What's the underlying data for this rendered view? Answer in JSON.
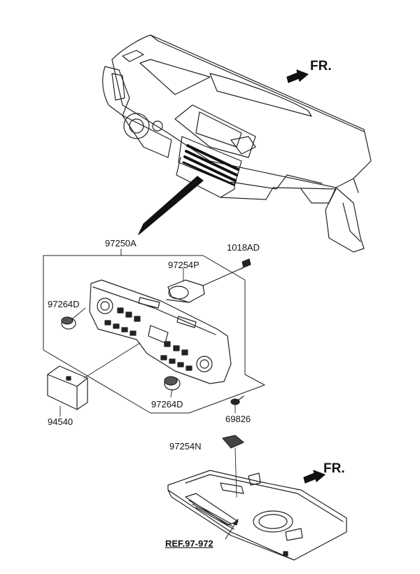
{
  "front_markers": [
    "FR.",
    "FR."
  ],
  "parts": {
    "assembly": "97250A",
    "bolt_top": "1018AD",
    "sensor": "97254P",
    "knob_left": "97264D",
    "knob_bottom": "97264D",
    "switch": "94540",
    "screw": "69826",
    "sensor_lower": "97254N"
  },
  "reference": "REF.97-972"
}
